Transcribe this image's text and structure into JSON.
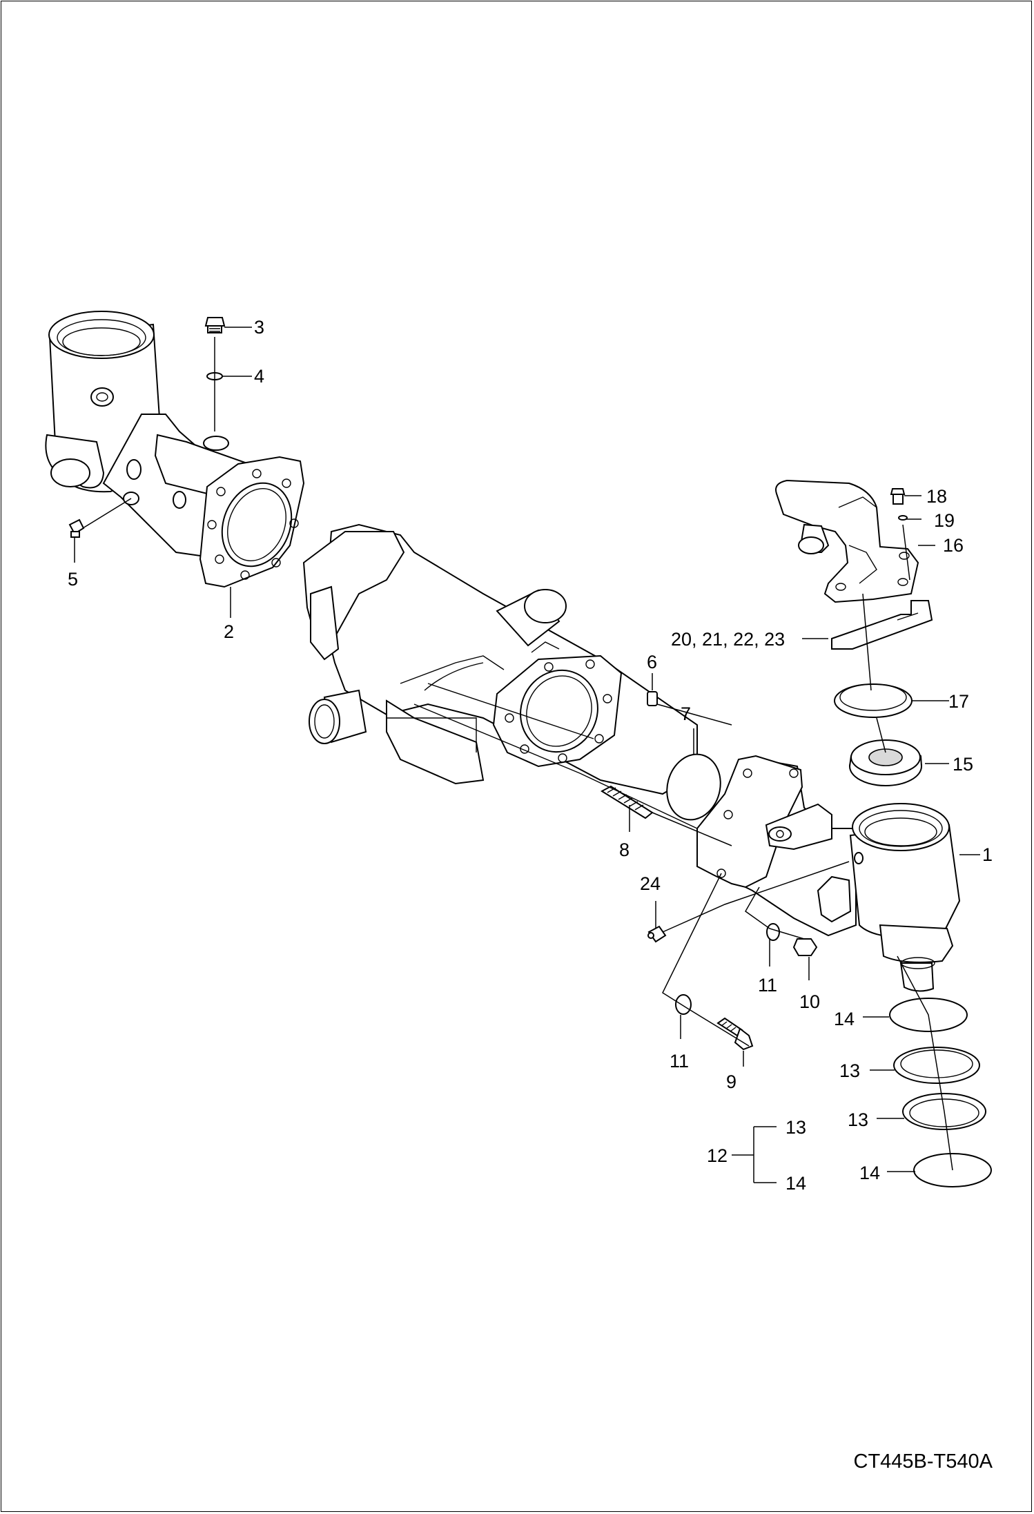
{
  "drawing_code": "CT445B-T540A",
  "callouts": {
    "c1": "1",
    "c2": "2",
    "c3": "3",
    "c4": "4",
    "c5": "5",
    "c6": "6",
    "c7": "7",
    "c8": "8",
    "c9": "9",
    "c10": "10",
    "c11a": "11",
    "c11b": "11",
    "c13a": "13",
    "c13b": "13",
    "c14a": "14",
    "c14b": "14",
    "c15": "15",
    "c16": "16",
    "c17": "17",
    "c18": "18",
    "c19": "19",
    "c20_23": "20, 21, 22, 23",
    "c24": "24"
  },
  "kit_legend": {
    "parent": "12",
    "child_top": "13",
    "child_bottom": "14"
  }
}
